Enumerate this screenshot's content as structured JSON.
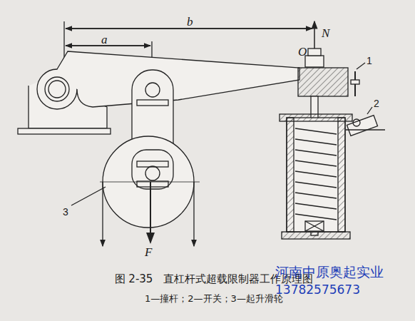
{
  "diagram": {
    "caption": "图 2-35　直杠杆式超载限制器工作原理图",
    "labels": [
      "a",
      "b",
      "N",
      "O",
      "1",
      "2",
      "3",
      "F",
      "1—撞杆；2—开关；3—起升滑轮",
      "河南中原奥起实业",
      "13782575673"
    ]
  }
}
